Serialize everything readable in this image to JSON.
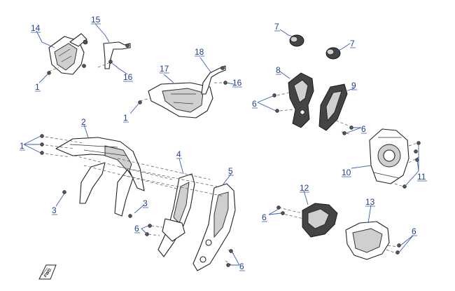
{
  "diagram": {
    "callouts": {
      "c1a": "1",
      "c1b": "1",
      "c1c": "1",
      "c2": "2",
      "c3a": "3",
      "c3b": "3",
      "c4": "4",
      "c5": "5",
      "c6a": "6",
      "c6b": "6",
      "c6c": "6",
      "c6d": "6",
      "c6e": "6",
      "c6f": "6",
      "c7a": "7",
      "c7b": "7",
      "c8": "8",
      "c9": "9",
      "c10": "10",
      "c11": "11",
      "c12": "12",
      "c13": "13",
      "c14": "14",
      "c15": "15",
      "c16a": "16",
      "c16b": "16",
      "c17": "17",
      "c18": "18"
    },
    "orientation_label": "FWD"
  }
}
